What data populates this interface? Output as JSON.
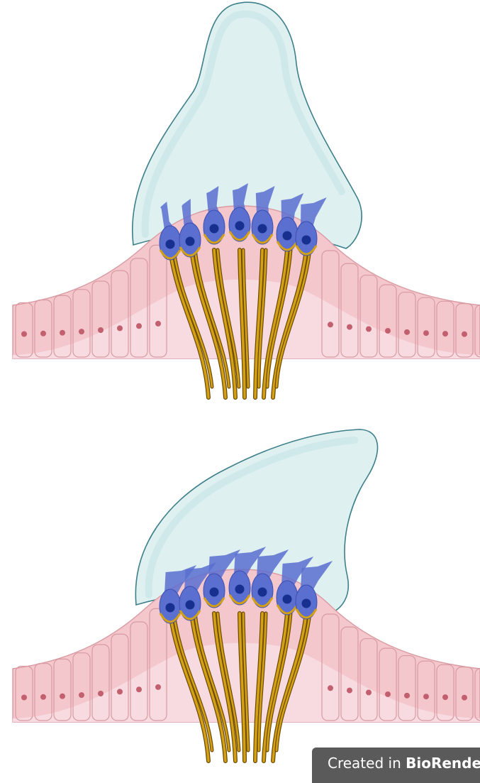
{
  "credit": {
    "prefix": "Created in ",
    "brand": "BioRender"
  },
  "colors": {
    "cupula_fill": "#dff0f1",
    "cupula_stroke": "#3d7f8a",
    "epithelium_fill": "#f3c7cc",
    "epithelium_stroke": "#d99aa2",
    "cell_nucleus": "#c2606f",
    "hair_cell": "#5a6fd0",
    "hair_cell_nucleus": "#17308f",
    "nerve_fiber": "#d4a114",
    "nerve_outline": "#6b4a06"
  },
  "panels": [
    {
      "id": "top",
      "cupula": "upright"
    },
    {
      "id": "bottom",
      "cupula": "deflected"
    }
  ]
}
